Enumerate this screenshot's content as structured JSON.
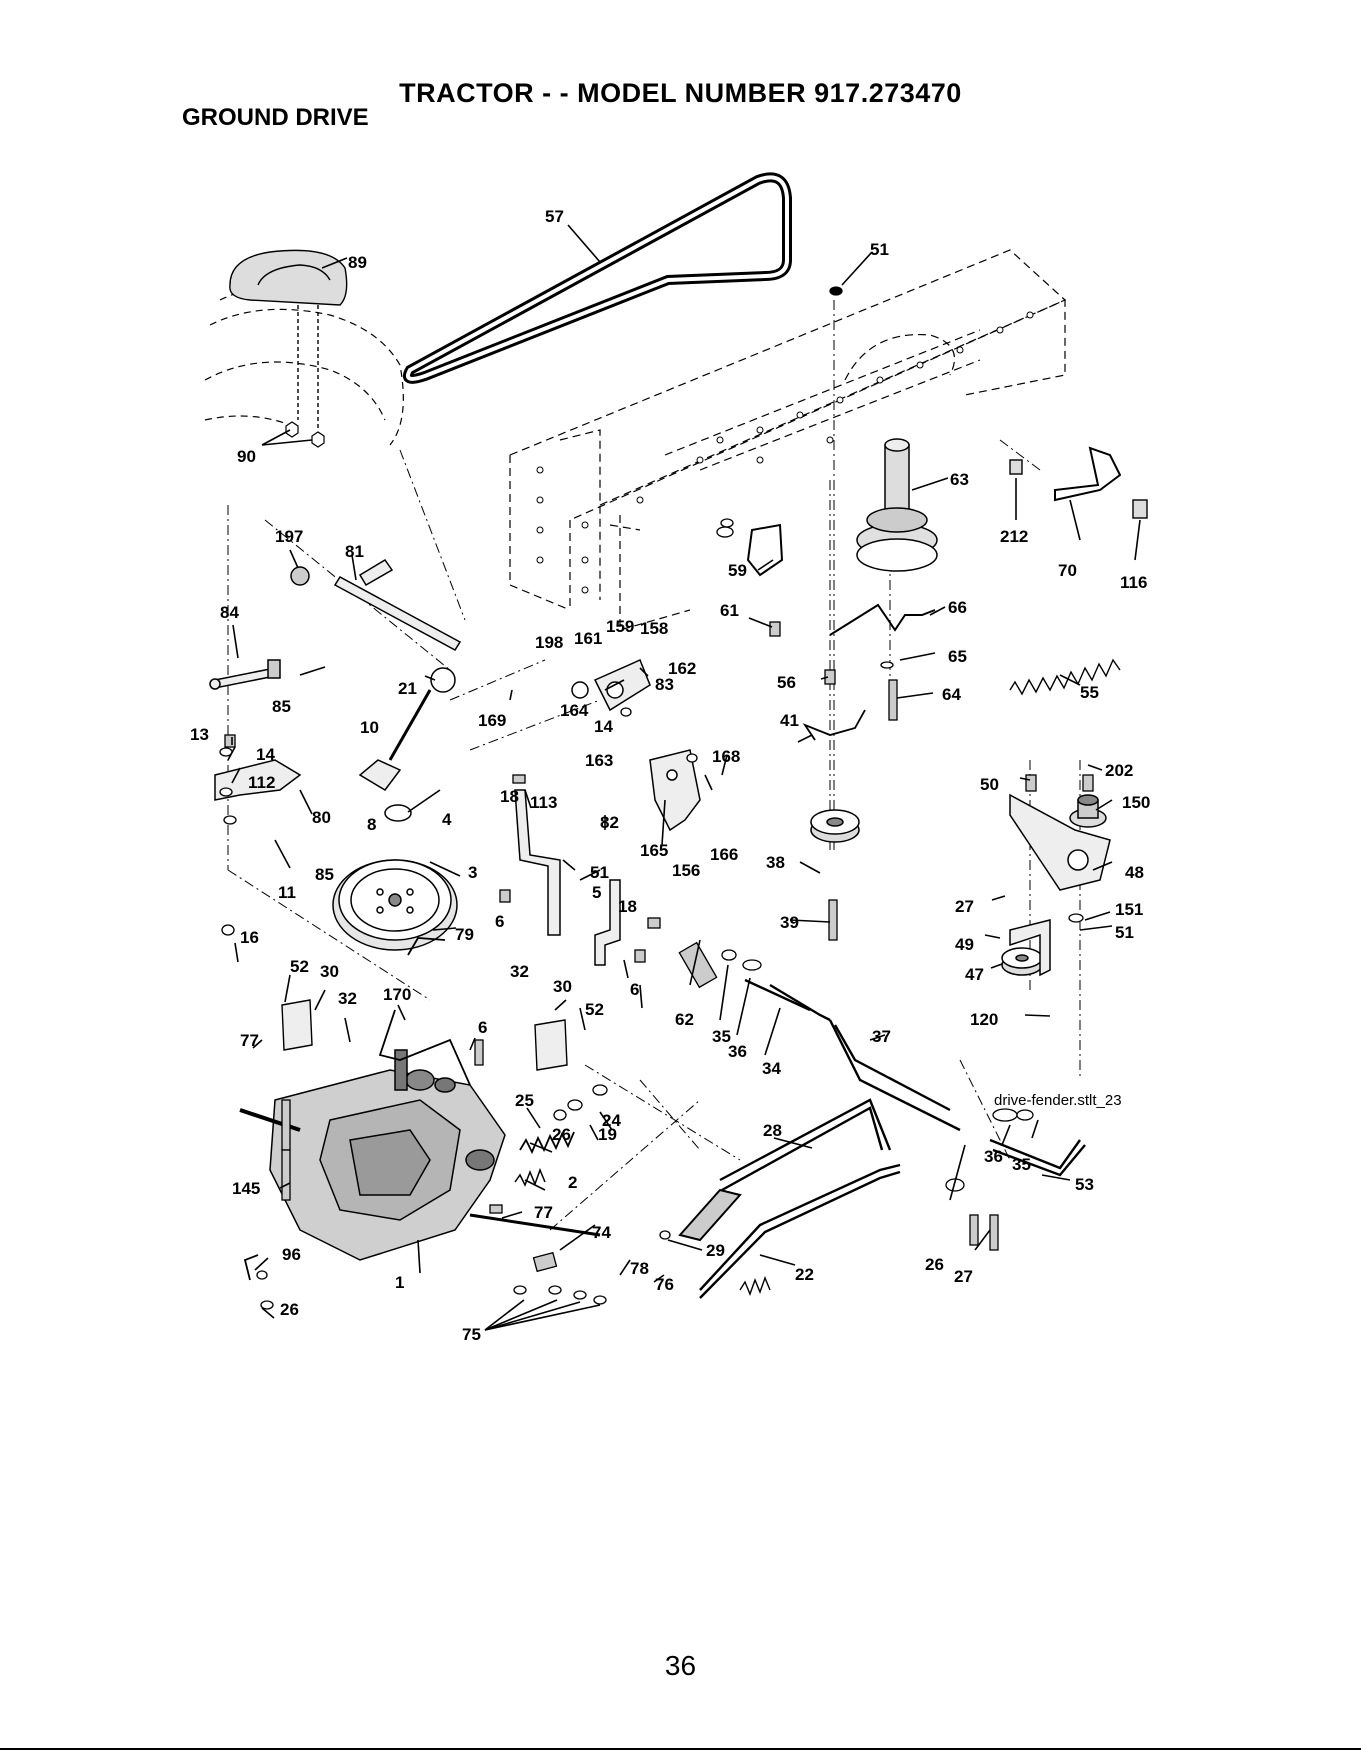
{
  "header": {
    "title": "TRACTOR - - MODEL NUMBER 917.273470",
    "section": "GROUND DRIVE"
  },
  "diagram": {
    "parts": [
      {
        "id": "57"
      },
      {
        "id": "51"
      },
      {
        "id": "89"
      },
      {
        "id": "90"
      },
      {
        "id": "63"
      },
      {
        "id": "212"
      },
      {
        "id": "70"
      },
      {
        "id": "116"
      },
      {
        "id": "197"
      },
      {
        "id": "81"
      },
      {
        "id": "59"
      },
      {
        "id": "66"
      },
      {
        "id": "84"
      },
      {
        "id": "198"
      },
      {
        "id": "161"
      },
      {
        "id": "159"
      },
      {
        "id": "158"
      },
      {
        "id": "61"
      },
      {
        "id": "65"
      },
      {
        "id": "162"
      },
      {
        "id": "56"
      },
      {
        "id": "64"
      },
      {
        "id": "55"
      },
      {
        "id": "85"
      },
      {
        "id": "21"
      },
      {
        "id": "169"
      },
      {
        "id": "164"
      },
      {
        "id": "83"
      },
      {
        "id": "14"
      },
      {
        "id": "41"
      },
      {
        "id": "13"
      },
      {
        "id": "10"
      },
      {
        "id": "163"
      },
      {
        "id": "168"
      },
      {
        "id": "14"
      },
      {
        "id": "112"
      },
      {
        "id": "202"
      },
      {
        "id": "50"
      },
      {
        "id": "150"
      },
      {
        "id": "80"
      },
      {
        "id": "8"
      },
      {
        "id": "18"
      },
      {
        "id": "113"
      },
      {
        "id": "82"
      },
      {
        "id": "4"
      },
      {
        "id": "165"
      },
      {
        "id": "166"
      },
      {
        "id": "156"
      },
      {
        "id": "38"
      },
      {
        "id": "48"
      },
      {
        "id": "85"
      },
      {
        "id": "3"
      },
      {
        "id": "51"
      },
      {
        "id": "11"
      },
      {
        "id": "5"
      },
      {
        "id": "27"
      },
      {
        "id": "151"
      },
      {
        "id": "18"
      },
      {
        "id": "6"
      },
      {
        "id": "39"
      },
      {
        "id": "51"
      },
      {
        "id": "16"
      },
      {
        "id": "79"
      },
      {
        "id": "49"
      },
      {
        "id": "47"
      },
      {
        "id": "52"
      },
      {
        "id": "30"
      },
      {
        "id": "32"
      },
      {
        "id": "6"
      },
      {
        "id": "170"
      },
      {
        "id": "32"
      },
      {
        "id": "30"
      },
      {
        "id": "52"
      },
      {
        "id": "120"
      },
      {
        "id": "62"
      },
      {
        "id": "35"
      },
      {
        "id": "36"
      },
      {
        "id": "34"
      },
      {
        "id": "77"
      },
      {
        "id": "6"
      },
      {
        "id": "37"
      },
      {
        "id": "25"
      },
      {
        "id": "24"
      },
      {
        "id": "26"
      },
      {
        "id": "19"
      },
      {
        "id": "28"
      },
      {
        "id": "36"
      },
      {
        "id": "35"
      },
      {
        "id": "2"
      },
      {
        "id": "53"
      },
      {
        "id": "145"
      },
      {
        "id": "77"
      },
      {
        "id": "74"
      },
      {
        "id": "96"
      },
      {
        "id": "29"
      },
      {
        "id": "78"
      },
      {
        "id": "76"
      },
      {
        "id": "22"
      },
      {
        "id": "26"
      },
      {
        "id": "27"
      },
      {
        "id": "1"
      },
      {
        "id": "26"
      },
      {
        "id": "75"
      }
    ],
    "file_ref": "drive-fender.stlt_23"
  },
  "footer": {
    "page_number": "36"
  }
}
